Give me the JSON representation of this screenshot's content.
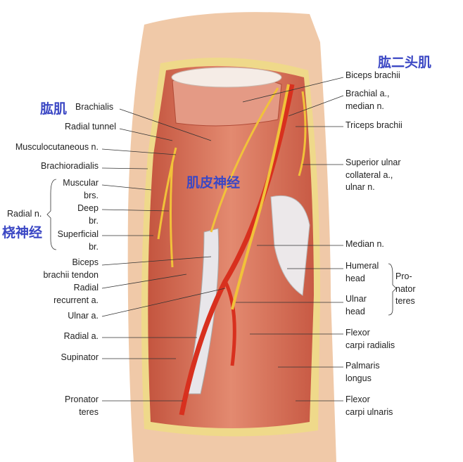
{
  "chinese_labels": {
    "brachialis": "肱肌",
    "biceps": "肱二头肌",
    "musculocutaneous": "肌皮神经",
    "radial_nerve": "桡神经"
  },
  "left_labels": {
    "brachialis": "Brachialis",
    "radial_tunnel": "Radial tunnel",
    "musculocutaneous": "Musculocutaneous n.",
    "brachioradialis": "Brachioradialis",
    "muscular_brs": [
      "Muscular",
      "brs."
    ],
    "deep_br": [
      "Deep",
      "br."
    ],
    "radial_n": "Radial n.",
    "superficial_br": [
      "Superficial",
      "br."
    ],
    "biceps_tendon": [
      "Biceps",
      "brachii tendon"
    ],
    "radial_recurrent": [
      "Radial",
      "recurrent a."
    ],
    "ulnar_a": "Ulnar a.",
    "radial_a": "Radial a.",
    "supinator": "Supinator",
    "pronator_teres": [
      "Pronator",
      "teres"
    ]
  },
  "right_labels": {
    "biceps_brachii": "Biceps brachii",
    "brachial_a": [
      "Brachial a.,",
      "median n."
    ],
    "triceps": "Triceps brachii",
    "sup_ulnar": [
      "Superior ulnar",
      "collateral a.,",
      "ulnar n."
    ],
    "median_n": "Median n.",
    "humeral_head": [
      "Humeral",
      "head"
    ],
    "ulnar_head": [
      "Ulnar",
      "head"
    ],
    "pronator_teres": [
      "Pro-",
      "nator",
      "teres"
    ],
    "fcr": [
      "Flexor",
      "carpi radialis"
    ],
    "palmaris": [
      "Palmaris",
      "longus"
    ],
    "fcu": [
      "Flexor",
      "carpi ulnaris"
    ]
  },
  "colors": {
    "muscle": "#d9735e",
    "skin": "#f0c9a8",
    "fat": "#efd98a",
    "nerve": "#f1c23a",
    "artery": "#d8301e",
    "cn_label": "#3b47c4"
  }
}
